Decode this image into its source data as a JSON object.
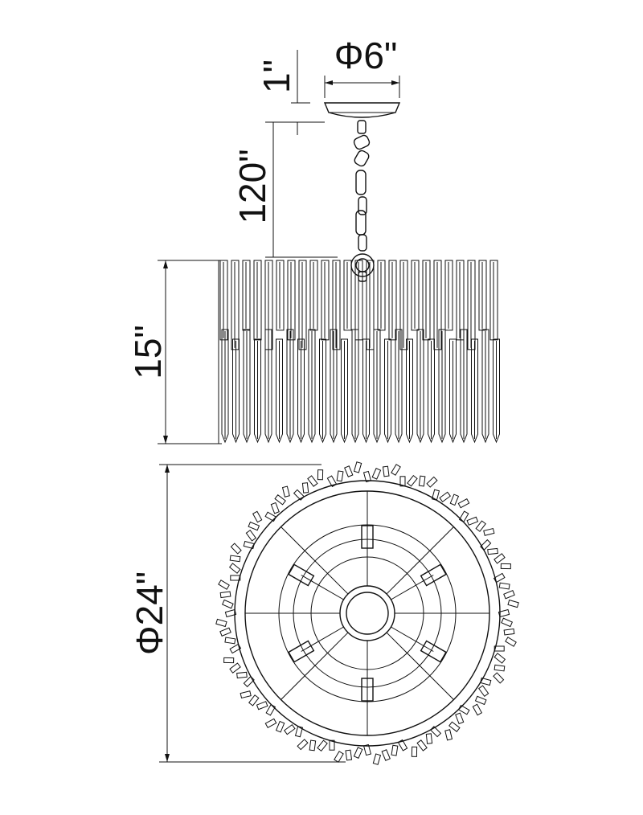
{
  "dimensions": {
    "canopy_diameter": "Φ6\"",
    "canopy_height": "1\"",
    "chain_length": "120\"",
    "fixture_height": "15\"",
    "fixture_diameter": "Φ24\""
  }
}
